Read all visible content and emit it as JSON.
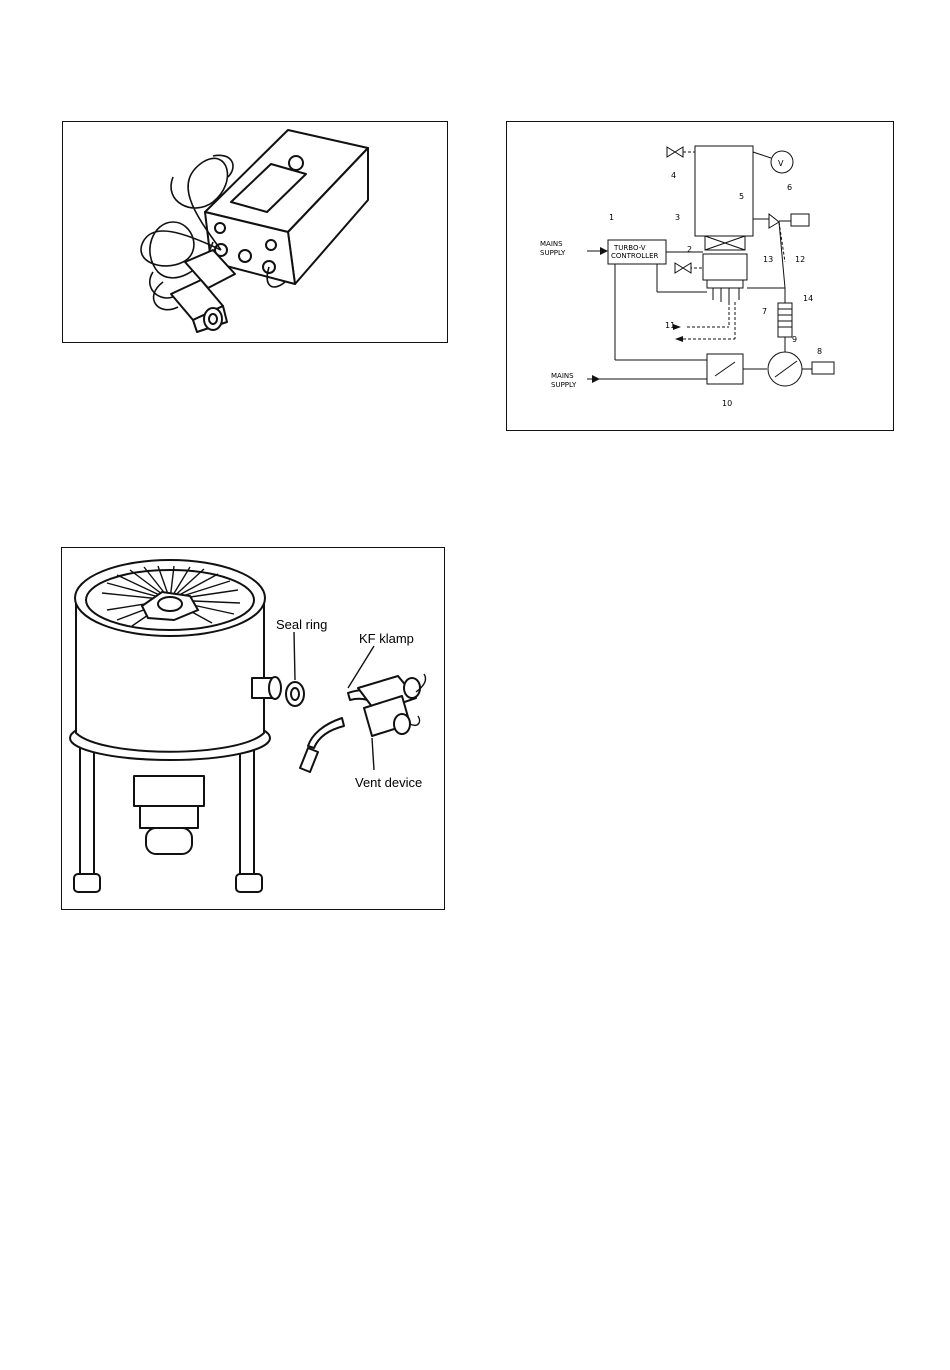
{
  "figures": {
    "controller": {
      "icons": [
        "vent-controller-box",
        "vent-valve-with-cable"
      ]
    },
    "schematic": {
      "mains_supply_top": [
        "MAINS",
        "SUPPLY"
      ],
      "mains_supply_bottom": [
        "MAINS",
        "SUPPLY"
      ],
      "controller_box": [
        "TURBO-V",
        "CONTROLLER"
      ],
      "numbers": {
        "n1": "1",
        "n2": "2",
        "n3": "3",
        "n4": "4",
        "n5": "5",
        "n6": "6",
        "n7": "7",
        "n8": "8",
        "n9": "9",
        "n10": "10",
        "n11": "11",
        "n12": "12",
        "n13": "13",
        "n14": "14"
      }
    },
    "pump": {
      "labels": {
        "seal_ring": "Seal ring",
        "kf_klamp": "KF klamp",
        "vent_device": "Vent device"
      }
    }
  }
}
